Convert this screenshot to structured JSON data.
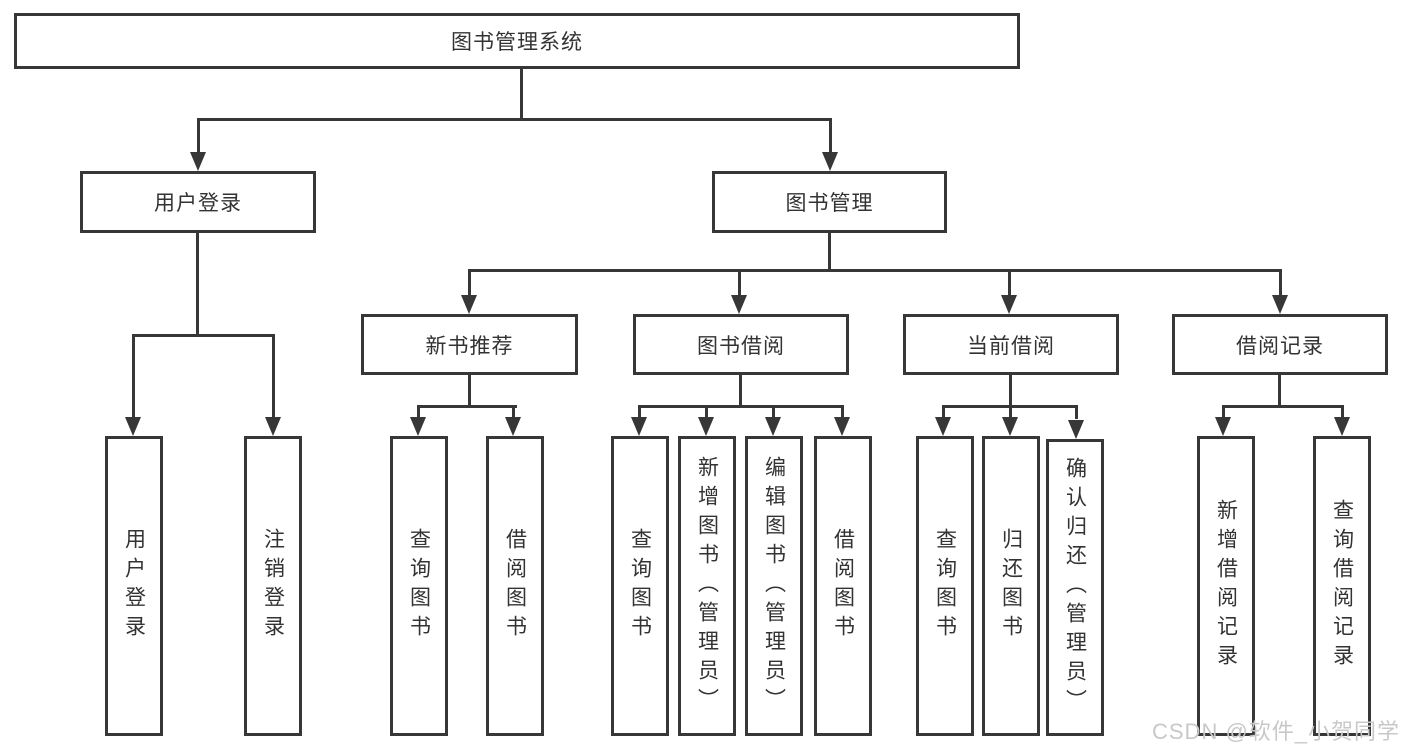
{
  "diagram": {
    "type": "tree",
    "colors": {
      "line": "#373737",
      "text": "#333333",
      "background": "#ffffff",
      "watermark": "#c8c8c8"
    },
    "tree": {
      "root": {
        "label": "图书管理系统"
      },
      "branches": [
        {
          "label": "用户登录",
          "leaves": [
            {
              "label": "用户登录"
            },
            {
              "label": "注销登录"
            }
          ]
        },
        {
          "label": "图书管理",
          "groups": [
            {
              "label": "新书推荐",
              "leaves": [
                {
                  "label": "查询图书"
                },
                {
                  "label": "借阅图书"
                }
              ]
            },
            {
              "label": "图书借阅",
              "leaves": [
                {
                  "label": "查询图书"
                },
                {
                  "label": "新增图书（管理员）"
                },
                {
                  "label": "编辑图书（管理员）"
                },
                {
                  "label": "借阅图书"
                }
              ]
            },
            {
              "label": "当前借阅",
              "leaves": [
                {
                  "label": "查询图书"
                },
                {
                  "label": "归还图书"
                },
                {
                  "label": "确认归还（管理员）"
                }
              ]
            },
            {
              "label": "借阅记录",
              "leaves": [
                {
                  "label": "新增借阅记录"
                },
                {
                  "label": "查询借阅记录"
                }
              ]
            }
          ]
        }
      ]
    },
    "watermark": {
      "text": "CSDN @软件_小贺同学"
    }
  }
}
